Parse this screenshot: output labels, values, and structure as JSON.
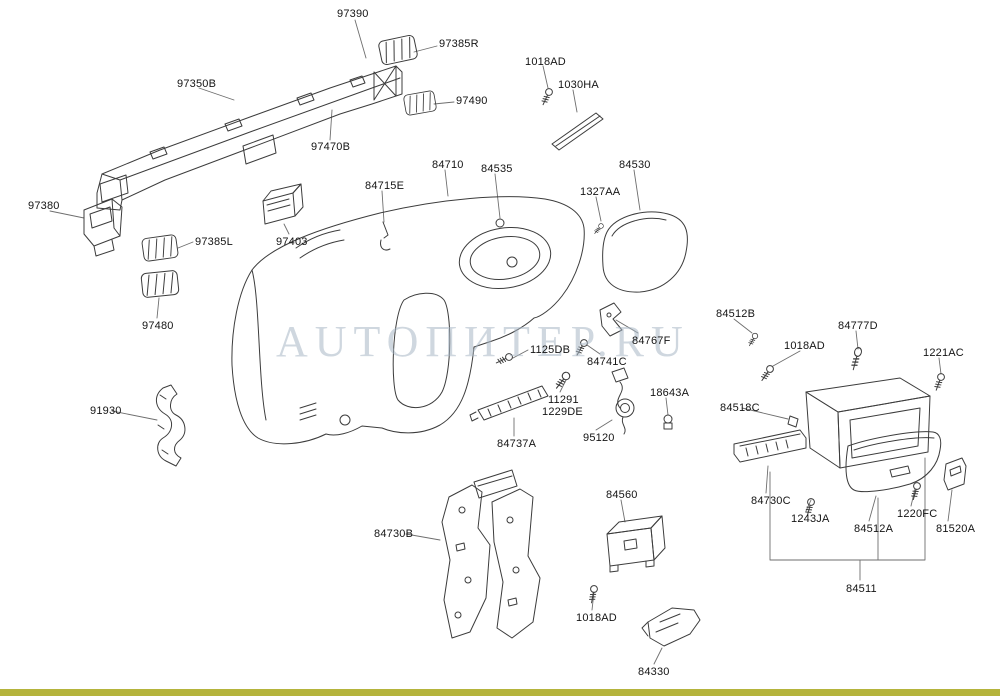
{
  "page": {
    "background_color": "#ffffff",
    "footer_bar_color": "#b5b43c"
  },
  "watermark": {
    "text": "AUTOПИТЕР.RU",
    "color": "#a9b8c6"
  },
  "labels": [
    {
      "id": "97390",
      "text": "97390"
    },
    {
      "id": "97385R",
      "text": "97385R"
    },
    {
      "id": "97350B",
      "text": "97350B"
    },
    {
      "id": "97490",
      "text": "97490"
    },
    {
      "id": "1018AD-top",
      "text": "1018AD"
    },
    {
      "id": "1030HA",
      "text": "1030HA"
    },
    {
      "id": "97470B",
      "text": "97470B"
    },
    {
      "id": "84710",
      "text": "84710"
    },
    {
      "id": "84535",
      "text": "84535"
    },
    {
      "id": "84715E",
      "text": "84715E"
    },
    {
      "id": "1327AA",
      "text": "1327AA"
    },
    {
      "id": "84530",
      "text": "84530"
    },
    {
      "id": "97380",
      "text": "97380"
    },
    {
      "id": "97385L",
      "text": "97385L"
    },
    {
      "id": "97403",
      "text": "97403"
    },
    {
      "id": "97480",
      "text": "97480"
    },
    {
      "id": "84512B",
      "text": "84512B"
    },
    {
      "id": "84777D",
      "text": "84777D"
    },
    {
      "id": "1018AD-right",
      "text": "1018AD"
    },
    {
      "id": "1221AC",
      "text": "1221AC"
    },
    {
      "id": "91930",
      "text": "91930"
    },
    {
      "id": "1125DB",
      "text": "1125DB"
    },
    {
      "id": "84767F",
      "text": "84767F"
    },
    {
      "id": "84741C",
      "text": "84741C"
    },
    {
      "id": "11291",
      "text": "11291"
    },
    {
      "id": "1229DE",
      "text": "1229DE"
    },
    {
      "id": "18643A",
      "text": "18643A"
    },
    {
      "id": "84518C",
      "text": "84518C"
    },
    {
      "id": "84737A",
      "text": "84737A"
    },
    {
      "id": "95120",
      "text": "95120"
    },
    {
      "id": "84730C",
      "text": "84730C"
    },
    {
      "id": "1243JA",
      "text": "1243JA"
    },
    {
      "id": "84512A",
      "text": "84512A"
    },
    {
      "id": "1220FC",
      "text": "1220FC"
    },
    {
      "id": "81520A",
      "text": "81520A"
    },
    {
      "id": "84730B",
      "text": "84730B"
    },
    {
      "id": "84560",
      "text": "84560"
    },
    {
      "id": "84511",
      "text": "84511"
    },
    {
      "id": "1018AD-bottom",
      "text": "1018AD"
    },
    {
      "id": "84330",
      "text": "84330"
    }
  ]
}
